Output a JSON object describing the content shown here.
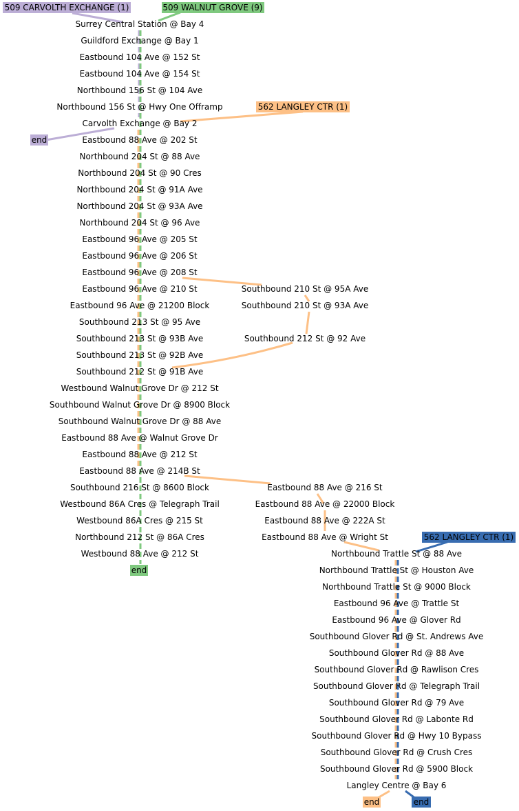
{
  "colors": {
    "purple": "#bcaed6",
    "green": "#7fc97f",
    "orange": "#fdc086",
    "blue": "#386cb0",
    "text": "#000000"
  },
  "routes": {
    "r509c": {
      "label": "509 CARVOLTH EXCHANGE (1)",
      "end": "end"
    },
    "r509w": {
      "label": "509 WALNUT GROVE (9)",
      "end": "end"
    },
    "r562a": {
      "label": "562 LANGLEY CTR (1)",
      "end": "end"
    },
    "r562b": {
      "label": "562 LANGLEY CTR (1)",
      "end": "end"
    }
  },
  "stops": {
    "main": [
      "Surrey Central Station @ Bay 4",
      "Guildford Exchange @ Bay 1",
      "Eastbound 104 Ave @ 152 St",
      "Eastbound 104 Ave @ 154 St",
      "Northbound 156 St @ 104 Ave",
      "Northbound 156 St @ Hwy One Offramp",
      "Carvolth Exchange @ Bay 2",
      "Eastbound 88 Ave @ 202 St",
      "Northbound 204 St @ 88 Ave",
      "Northbound 204 St @ 90 Cres",
      "Northbound 204 St @ 91A Ave",
      "Northbound 204 St @ 93A Ave",
      "Northbound 204 St @ 96 Ave",
      "Eastbound 96 Ave @ 205 St",
      "Eastbound 96 Ave @ 206 St",
      "Eastbound 96 Ave @ 208 St",
      "Eastbound 96 Ave @ 210 St",
      "Eastbound 96 Ave @ 21200 Block",
      "Southbound 213 St @ 95 Ave",
      "Southbound 213 St @ 93B Ave",
      "Southbound 213 St @ 92B Ave",
      "Southbound 212 St @ 91B Ave",
      "Westbound Walnut Grove Dr @ 212 St",
      "Southbound Walnut Grove Dr @ 8900 Block",
      "Southbound Walnut Grove Dr @ 88 Ave",
      "Eastbound 88 Ave @ Walnut Grove Dr",
      "Eastbound 88 Ave @ 212 St",
      "Eastbound 88 Ave @ 214B St",
      "Southbound 216 St @ 8600 Block",
      "Westbound 86A Cres @ Telegraph Trail",
      "Westbound 86A Cres @ 215 St",
      "Northbound 212 St @ 86A Cres",
      "Westbound 88 Ave @ 212 St"
    ],
    "loop1": [
      "Southbound 210 St @ 95A Ave",
      "Southbound 210 St @ 93A Ave",
      "Southbound 212 St @ 92 Ave"
    ],
    "branch2": [
      "Eastbound 88 Ave @ 216 St",
      "Eastbound 88 Ave @ 22000 Block",
      "Eastbound 88 Ave @ 222A St",
      "Eastbound 88 Ave @ Wright St"
    ],
    "right": [
      "Northbound Trattle St @ 88 Ave",
      "Northbound Trattle St @ Houston Ave",
      "Northbound Trattle St @ 9000 Block",
      "Eastbound 96 Ave @ Trattle St",
      "Eastbound 96 Ave @ Glover Rd",
      "Southbound Glover Rd @ St. Andrews Ave",
      "Southbound Glover Rd @ 88 Ave",
      "Southbound Glover Rd @ Rawlison Cres",
      "Southbound Glover Rd @ Telegraph Trail",
      "Southbound Glover Rd @ 79 Ave",
      "Southbound Glover Rd @ Labonte Rd",
      "Southbound Glover Rd @ Hwy 10 Bypass",
      "Southbound Glover Rd @ Crush Cres",
      "Southbound Glover Rd @ 5900 Block",
      "Langley Centre @ Bay 6"
    ]
  }
}
